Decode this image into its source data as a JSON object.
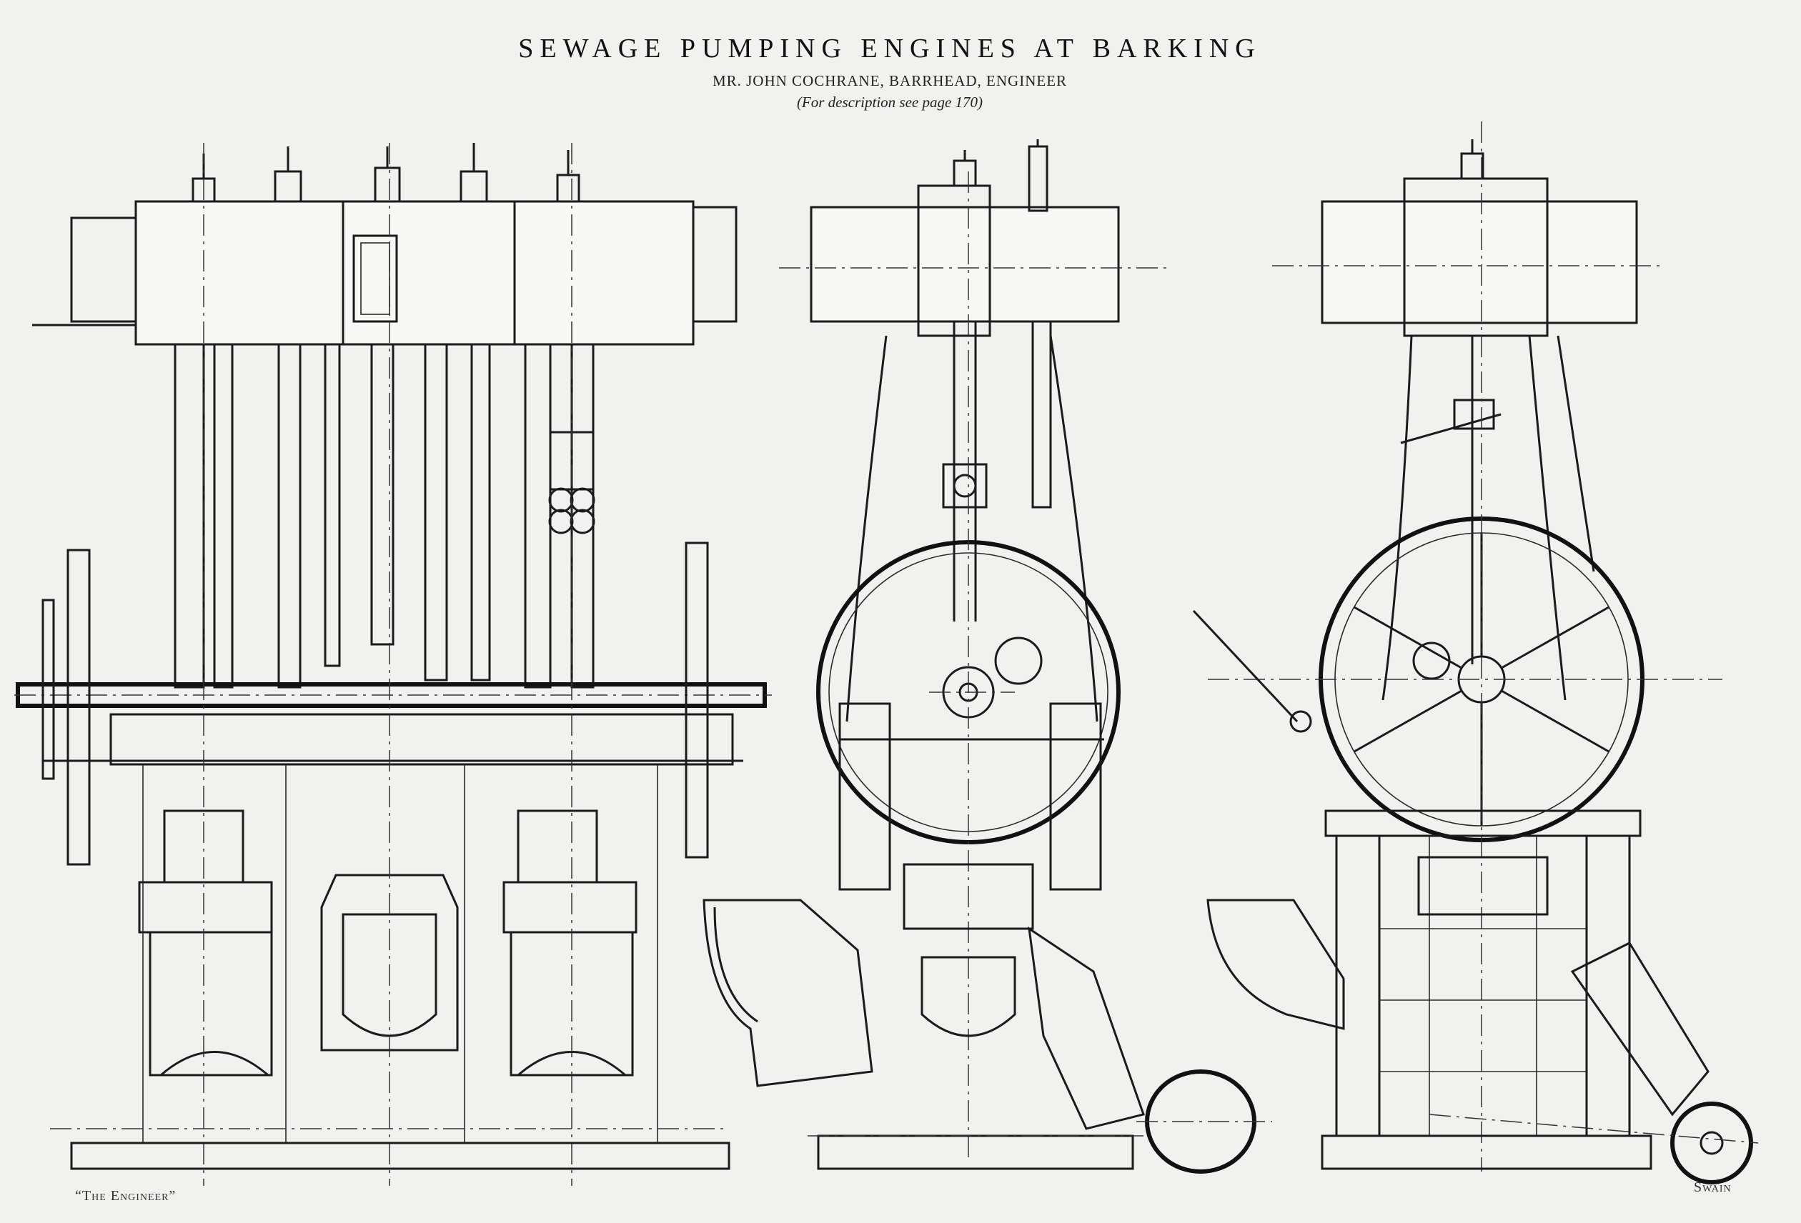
{
  "plate": {
    "title": "SEWAGE PUMPING ENGINES AT BARKING",
    "subtitle": "MR. JOHN COCHRANE, BARRHEAD, ENGINEER",
    "description_ref": "(For description see page 170)",
    "publication_credit": "“The Engineer”",
    "engraver_credit": "Swain"
  }
}
